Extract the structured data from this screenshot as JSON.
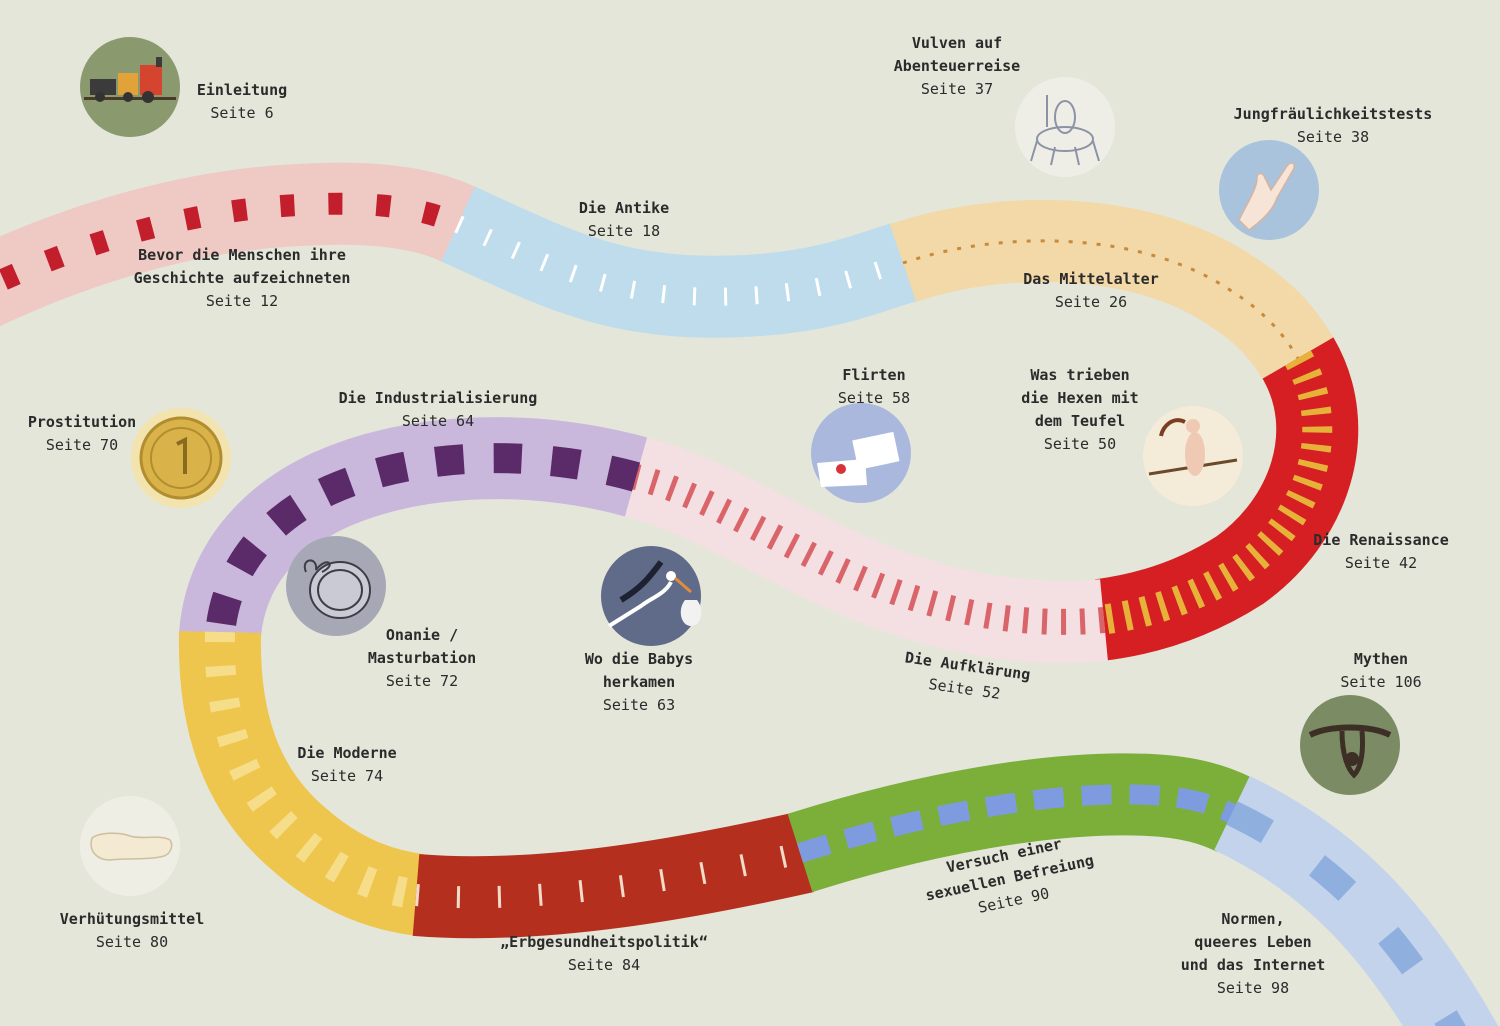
{
  "colors": {
    "background": "#e3e6d9",
    "prehistory": "#efc9c4",
    "antike": "#bfdcec",
    "mittelalter": "#f3d8a8",
    "renaissance": "#d51f22",
    "aufklaerung": "#f4e0e2",
    "industrialisierung": "#c9b8dc",
    "moderne": "#efc64d",
    "erbgesundheit": "#b52f1f",
    "befreiung": "#7cae3a",
    "internet": "#c4d3ec"
  },
  "chapters": [
    {
      "id": "einleitung",
      "lines": [
        "Einleitung"
      ],
      "page": "Seite 6"
    },
    {
      "id": "bevor",
      "lines": [
        "Bevor die Menschen ihre",
        "Geschichte aufzeichneten"
      ],
      "page": "Seite 12"
    },
    {
      "id": "antike",
      "lines": [
        "Die Antike"
      ],
      "page": "Seite 18"
    },
    {
      "id": "vulven",
      "lines": [
        "Vulven auf",
        "Abenteuerreise"
      ],
      "page": "Seite 37"
    },
    {
      "id": "jungfrau",
      "lines": [
        "Jungfräulichkeitstests"
      ],
      "page": "Seite 38"
    },
    {
      "id": "mittelalter",
      "lines": [
        "Das Mittelalter"
      ],
      "page": "Seite 26"
    },
    {
      "id": "hexen",
      "lines": [
        "Was trieben",
        "die Hexen mit",
        "dem Teufel"
      ],
      "page": "Seite 50"
    },
    {
      "id": "flirten",
      "lines": [
        "Flirten"
      ],
      "page": "Seite 58"
    },
    {
      "id": "industrialisierung",
      "lines": [
        "Die Industrialisierung"
      ],
      "page": "Seite 64"
    },
    {
      "id": "prostitution",
      "lines": [
        "Prostitution"
      ],
      "page": "Seite 70"
    },
    {
      "id": "renaissance",
      "lines": [
        "Die Renaissance"
      ],
      "page": "Seite 42"
    },
    {
      "id": "onanie",
      "lines": [
        "Onanie /",
        "Masturbation"
      ],
      "page": "Seite 72"
    },
    {
      "id": "babys",
      "lines": [
        "Wo die Babys",
        "herkamen"
      ],
      "page": "Seite 63"
    },
    {
      "id": "aufklaerung",
      "lines": [
        "Die Aufklärung"
      ],
      "page": "Seite 52"
    },
    {
      "id": "mythen",
      "lines": [
        "Mythen"
      ],
      "page": "Seite 106"
    },
    {
      "id": "moderne",
      "lines": [
        "Die Moderne"
      ],
      "page": "Seite 74"
    },
    {
      "id": "befreiung",
      "lines": [
        "Versuch einer",
        "sexuellen Befreiung"
      ],
      "page": "Seite 90"
    },
    {
      "id": "verhuetung",
      "lines": [
        "Verhütungsmittel"
      ],
      "page": "Seite 80"
    },
    {
      "id": "erbgesundheit",
      "lines": [
        "„Erbgesundheitspolitik“"
      ],
      "page": "Seite 84"
    },
    {
      "id": "normen",
      "lines": [
        "Normen,",
        "queeres Leben",
        "und das Internet"
      ],
      "page": "Seite 98"
    }
  ],
  "illustrations": [
    {
      "id": "einleitung",
      "icon": "train-icon",
      "bg": "#8a9a6e"
    },
    {
      "id": "vulven",
      "icon": "knight-rider-icon",
      "bg": "#efeee6"
    },
    {
      "id": "jungfrau",
      "icon": "hand-icon",
      "bg": "#a9c3dd"
    },
    {
      "id": "prostitution",
      "icon": "coin-icon",
      "bg": "#f3e3ae"
    },
    {
      "id": "flirten",
      "icon": "love-letter-icon",
      "bg": "#a9b8dc"
    },
    {
      "id": "hexen",
      "icon": "witch-on-broom-icon",
      "bg": "#f4ecd8"
    },
    {
      "id": "onanie",
      "icon": "lace-box-icon",
      "bg": "#a7a8b6"
    },
    {
      "id": "babys",
      "icon": "stork-icon",
      "bg": "#5f6b88"
    },
    {
      "id": "mythen",
      "icon": "chastity-belt-icon",
      "bg": "#7b8b64"
    },
    {
      "id": "verhuetung",
      "icon": "condom-icon",
      "bg": "#eeeee4"
    }
  ]
}
